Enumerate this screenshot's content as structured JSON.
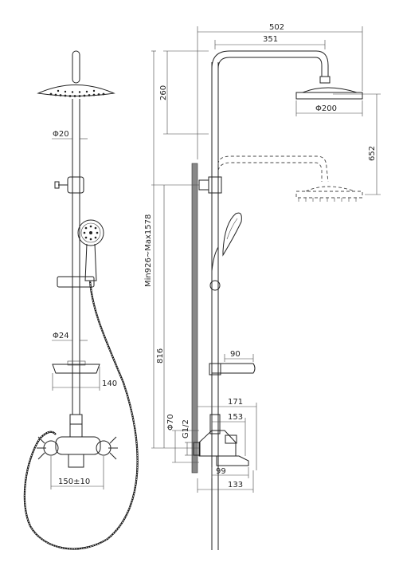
{
  "front_view": {
    "dims": {
      "shower_pipe_diameter": "Φ20",
      "slide_bar_diameter": "Φ24",
      "soap_dish_width": "140",
      "mixer_centers": "150±10"
    }
  },
  "side_view": {
    "dims": {
      "overall_width": "502",
      "arm_reach": "351",
      "arm_height": "260",
      "head_diameter": "Φ200",
      "head_drop_range": "652",
      "height_range": "Min926~Max1578",
      "dish_height": "816",
      "dish_depth": "90",
      "mixer_depth": "171",
      "mixer_body": "153",
      "wall_flange": "Φ70",
      "thread": "G1/2",
      "spout_depth": "99",
      "spout_reach": "133"
    }
  }
}
